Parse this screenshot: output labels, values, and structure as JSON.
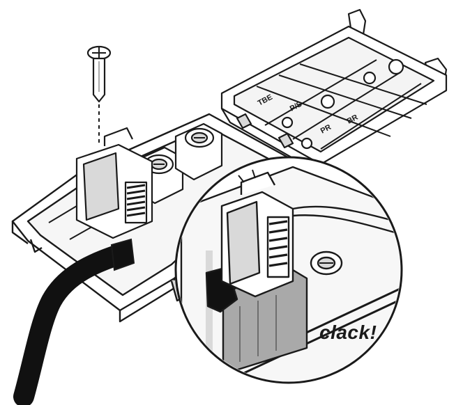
{
  "illustration": {
    "caption": "clack!",
    "lid_markings": [
      "TBE",
      "P/S",
      "PR",
      "BR"
    ],
    "colors": {
      "line": "#1a1a1a",
      "fill": "#ffffff",
      "shade_light": "#d9d9d9",
      "shade_mid": "#a9a9a9",
      "shade_dark": "#6e6e6e",
      "cable": "#111111"
    }
  }
}
